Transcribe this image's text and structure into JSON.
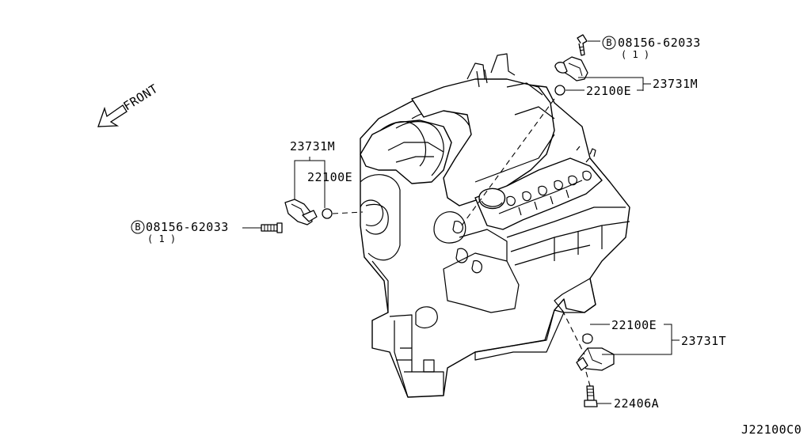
{
  "direction_label": "FRONT",
  "diagram_code": "J22100C0",
  "callouts": {
    "bolt_top": {
      "circled_letter": "B",
      "part_no": "08156-62033",
      "qty": "( 1 )"
    },
    "bolt_left": {
      "circled_letter": "B",
      "part_no": "08156-62033",
      "qty": "( 1 )"
    },
    "oring_top": "22100E",
    "assy_top": "23731M",
    "assy_left": "23731M",
    "oring_left": "22100E",
    "oring_bottom": "22100E",
    "assy_bottom": "23731T",
    "bolt_bottom": "22406A"
  }
}
